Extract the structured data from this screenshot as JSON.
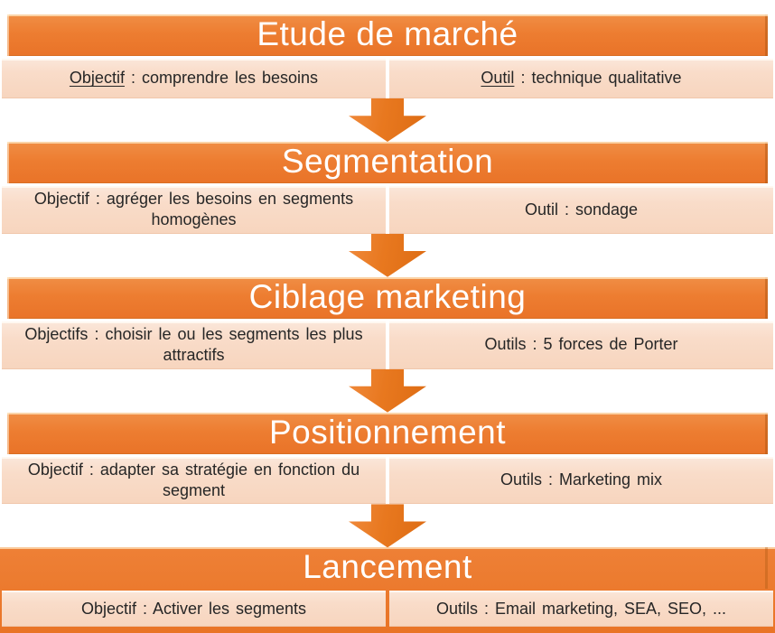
{
  "diagram": {
    "colors": {
      "header_orange": "#ED7D31",
      "cell_peach": "#F9DCC9",
      "arrow_orange": "#E8781F",
      "header_text": "#FFFFFF",
      "cell_text": "#262626",
      "background": "#FFFFFF"
    },
    "stages": [
      {
        "title": "Etude de marché",
        "objective": {
          "label": "Objectif",
          "rest": " : comprendre les besoins"
        },
        "tool": {
          "label": "Outil",
          "rest": " : technique qualitative"
        }
      },
      {
        "title": "Segmentation",
        "objective": {
          "label": "Objectif",
          "rest": " : agréger les besoins en segments homogènes"
        },
        "tool": {
          "label": "Outil",
          "rest": " : sondage"
        }
      },
      {
        "title": "Ciblage marketing",
        "objective": {
          "label": "Objectifs",
          "rest": " : choisir le ou les segments les plus attractifs"
        },
        "tool": {
          "label": "Outils",
          "rest": " : 5 forces de Porter"
        }
      },
      {
        "title": "Positionnement",
        "objective": {
          "label": "Objectif",
          "rest": " : adapter sa stratégie en fonction du segment"
        },
        "tool": {
          "label": "Outils",
          "rest": " : Marketing mix"
        }
      },
      {
        "title": "Lancement",
        "objective": {
          "label": "Objectif",
          "rest": " : Activer les segments"
        },
        "tool": {
          "label": "Outils",
          "rest": " : Email marketing, SEA, SEO, ..."
        }
      }
    ]
  }
}
